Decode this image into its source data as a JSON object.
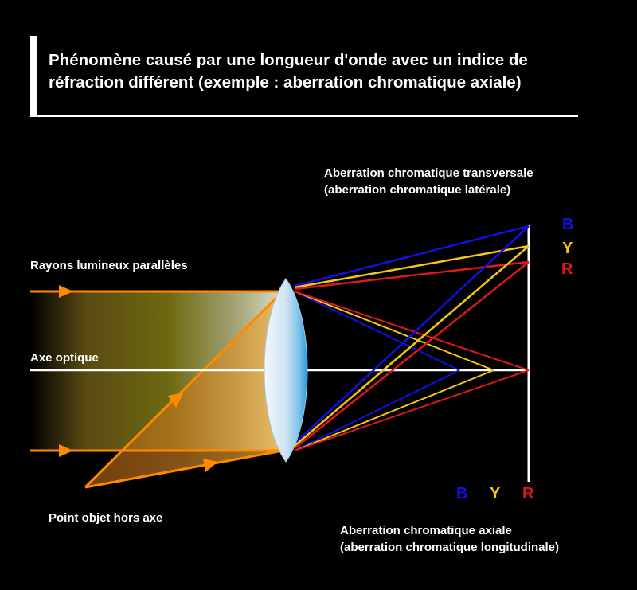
{
  "title": {
    "line1": "Phénomène causé par une longueur d'onde avec un indice de",
    "line2": "réfraction différent (exemple : aberration chromatique axiale)"
  },
  "labels": {
    "transverse_line1": "Aberration chromatique transversale",
    "transverse_line2": "(aberration chromatique latérale)",
    "parallel_rays": "Rayons lumineux parallèles",
    "optical_axis": "Axe optique",
    "off_axis_point": "Point objet hors axe",
    "axial_line1": "Aberration chromatique axiale",
    "axial_line2": "(aberration chromatique longitudinale)"
  },
  "vertical_letters": {
    "b": "B",
    "y": "Y",
    "r": "R"
  },
  "bottom_letters": {
    "b": "B",
    "y": "Y",
    "r": "R"
  },
  "colors": {
    "background": "#000000",
    "text": "#ffffff",
    "blue": "#1010e0",
    "yellow": "#f5c518",
    "red": "#e01818",
    "orange": "#ff8a00",
    "lens_light": "#e4eef8",
    "lens_blue": "#3aa8e0"
  }
}
